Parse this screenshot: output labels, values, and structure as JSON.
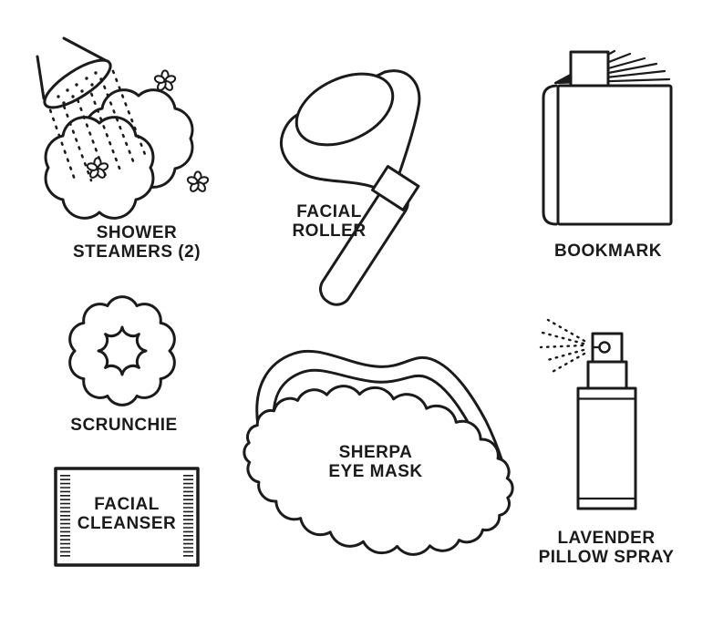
{
  "page": {
    "background": "#ffffff",
    "ink": "#1b1b1b",
    "description": "Line-art flat lay of seven self-care kit items with uppercase labels"
  },
  "items": [
    {
      "id": "shower-steamers",
      "label": "SHOWER\nSTEAMERS (2)"
    },
    {
      "id": "facial-roller",
      "label": "FACIAL\nROLLER"
    },
    {
      "id": "bookmark",
      "label": "BOOKMARK"
    },
    {
      "id": "scrunchie",
      "label": "SCRUNCHIE"
    },
    {
      "id": "facial-cleanser",
      "label": "FACIAL\nCLEANSER"
    },
    {
      "id": "sherpa-eye-mask",
      "label": "SHERPA\nEYE MASK"
    },
    {
      "id": "lavender-pillow-spray",
      "label": "LAVENDER\nPILLOW SPRAY"
    }
  ]
}
